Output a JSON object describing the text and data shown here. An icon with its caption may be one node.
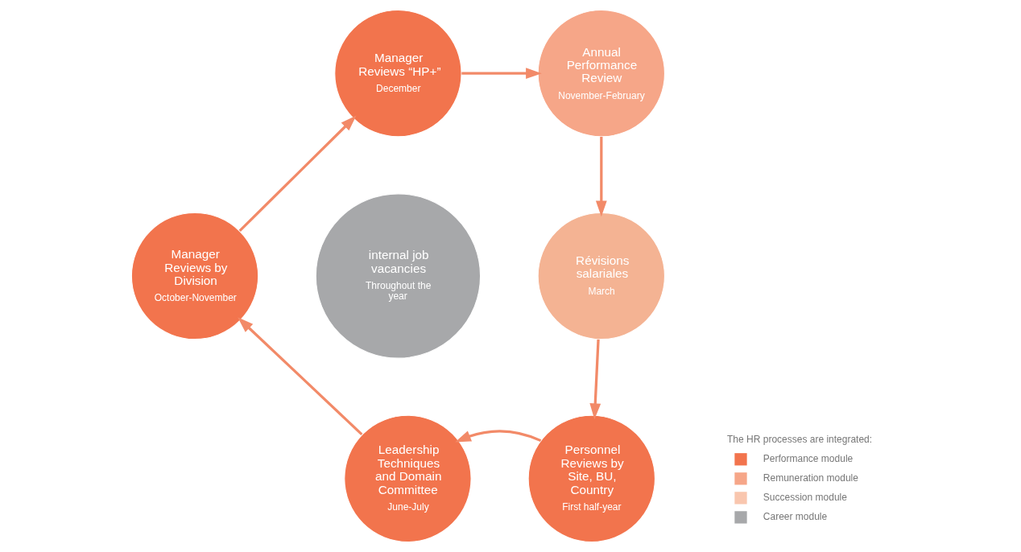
{
  "diagram": {
    "nodes": [
      {
        "text": [
          "Manager Reviews “HP+”",
          "December"
        ]
      },
      {
        "text": [
          "Annual Performance Review",
          "November-February"
        ]
      },
      {
        "text": [
          "Révisions salariales",
          "March"
        ]
      },
      {
        "text": [
          "Personnel Reviews by Site, BU, Country",
          "First half-year"
        ]
      },
      {
        "text": [
          "Leadership Techniques and Domain Committee",
          "June-July"
        ]
      },
      {
        "text": [
          "Manager Reviews by Division",
          "October-November"
        ]
      },
      {
        "text": [
          "internal job vacancies",
          "Throughout the year"
        ]
      }
    ],
    "edges": [
      {
        "from": 0,
        "to": 1,
        "arrow": "to"
      },
      {
        "from": 1,
        "to": 2,
        "arrow": "to"
      },
      {
        "from": 2,
        "to": 3,
        "arrow": "to"
      },
      {
        "from": 3,
        "to": 4,
        "arrow": "to"
      },
      {
        "from": 4,
        "to": 5,
        "arrow": "to"
      },
      {
        "from": 5,
        "to": 0,
        "arrow": "to"
      }
    ],
    "labels": [
      "The HR processes are integrated:"
    ],
    "legend": [
      {
        "text": "Performance module",
        "color": "#f2744d"
      },
      {
        "text": "Remuneration module",
        "color": "#f6a688"
      },
      {
        "text": "Succession module",
        "color": "#f9c6ae"
      },
      {
        "text": "Career module",
        "color": "#a7a8aa"
      }
    ]
  }
}
